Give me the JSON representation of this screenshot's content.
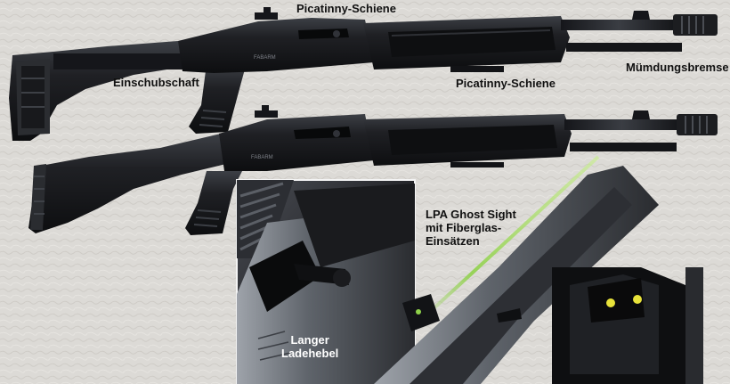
{
  "labels": {
    "top_rail": "Picatinny-Schiene",
    "stock": "Einschubschaft",
    "lower_rail": "Picatinny-Schiene",
    "muzzle_brake": "Mümdungsbremse",
    "ghost_sight": [
      "LPA Ghost Sight",
      "mit Fiberglas-",
      "Einsätzen"
    ],
    "charging_handle": [
      "Langer",
      "Ladehebel"
    ]
  },
  "engraving": {
    "receiver_brand": "FABARM"
  },
  "colors": {
    "background": "#dcdad6",
    "gun_metal": "#1c1d20",
    "gun_highlight": "#4a4d53",
    "fiber_green": "#8fd14a",
    "fiber_yellow": "#e8e23a",
    "label_text": "#111111"
  }
}
